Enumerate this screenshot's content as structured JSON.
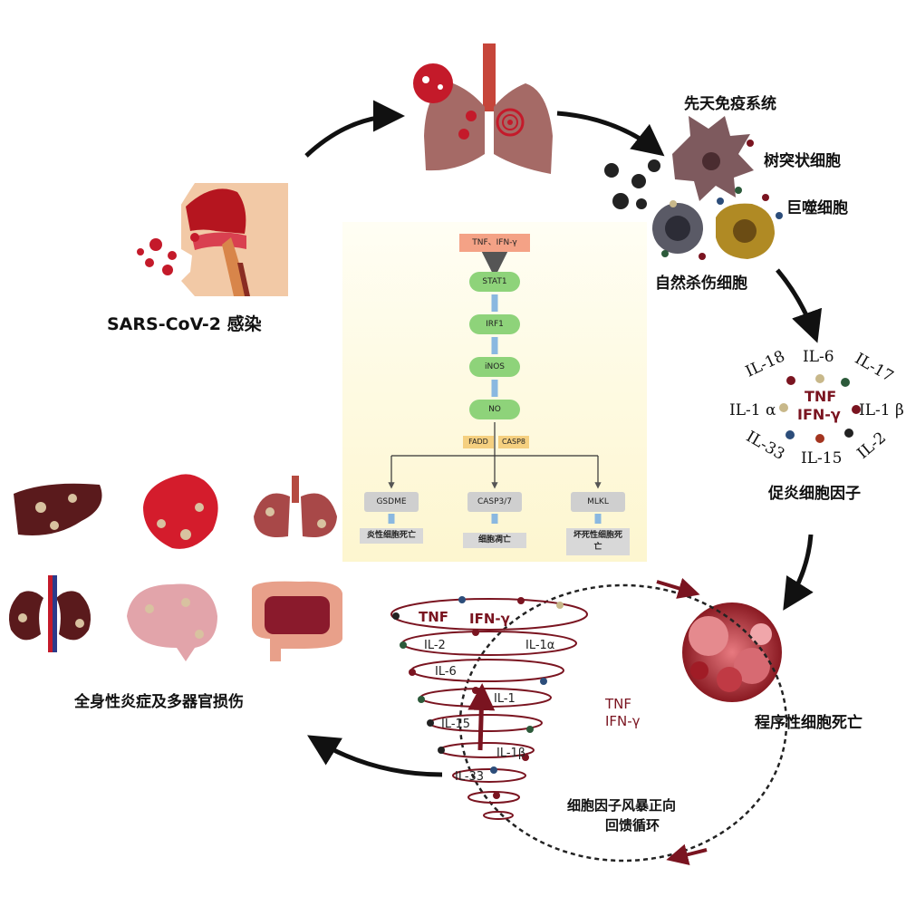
{
  "labels": {
    "infection": "SARS-CoV-2 感染",
    "innate": "先天免疫系统",
    "dendritic": "树突状细胞",
    "macrophage": "巨噬细胞",
    "nk": "自然杀伤细胞",
    "proinflammatory": "促炎细胞因子",
    "pcd": "程序性细胞死亡",
    "systemic": "全身性炎症及多器官损伤",
    "storm_line1": "细胞因子风暴正向",
    "storm_line2": "回馈循环"
  },
  "cytokine_ring": {
    "il18": "IL-18",
    "il6": "IL-6",
    "il17": "IL-17",
    "il1a": "IL-1 α",
    "il1b": "IL-1 β",
    "il33": "IL-33",
    "il15": "IL-15",
    "il2": "IL-2",
    "tnf": "TNF",
    "ifn": "IFN-γ"
  },
  "flow": {
    "top": "TNF、IFN-γ",
    "stat1": "STAT1",
    "irf1": "IRF1",
    "inos": "iNOS",
    "no": "NO",
    "fadd": "FADD",
    "casp8": "CASP8",
    "gsdme": "GSDME",
    "casp37": "CASP3/7",
    "mlkl": "MLKL",
    "out1": "炎性细胞死亡",
    "out2": "细胞凋亡",
    "out3": "坏死性细胞死亡"
  },
  "tornado": {
    "tnf": "TNF",
    "ifn": "IFN-γ",
    "il2": "IL-2",
    "il1a": "IL-1α",
    "il6": "IL-6",
    "il1": "IL-1",
    "il15": "IL-15",
    "il1b": "IL-1β",
    "il33": "IL-33"
  },
  "loop_center": {
    "tnf": "TNF",
    "ifn": "IFN-γ"
  },
  "colors": {
    "dark_red": "#7a1420",
    "arrow": "#111111",
    "green_pill": "#8ed37a"
  }
}
